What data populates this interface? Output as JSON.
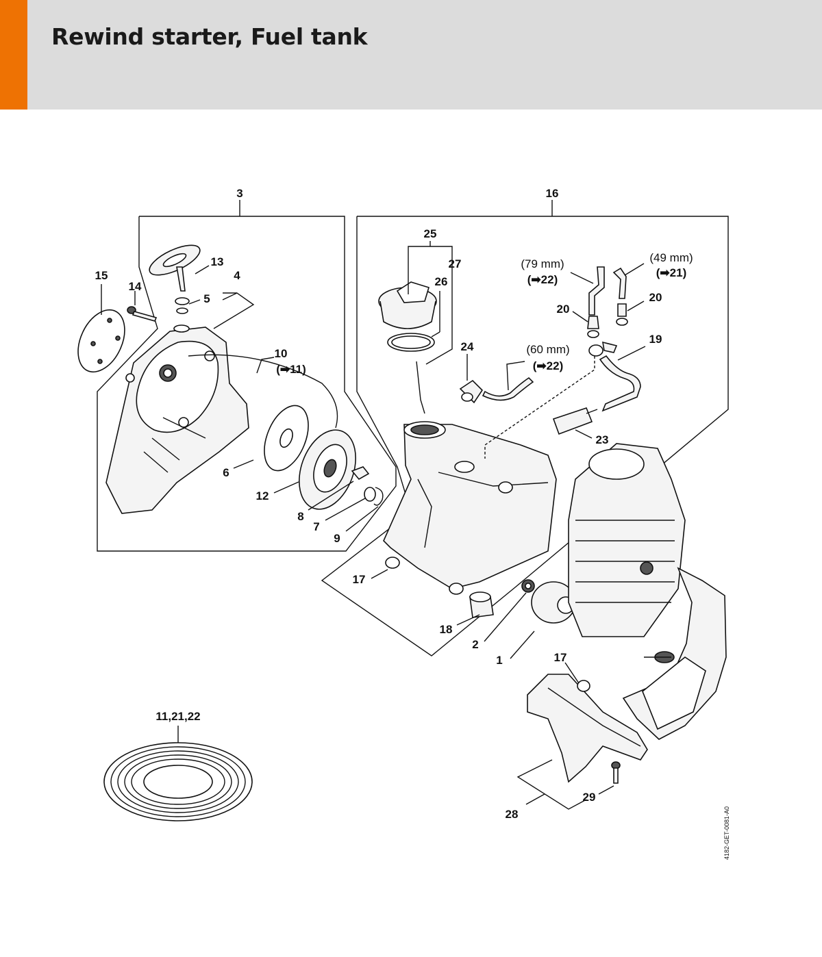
{
  "header": {
    "title": "Rewind starter, Fuel tank",
    "accent_color": "#ee7203",
    "background_color": "#dcdcdc"
  },
  "callouts": {
    "c1": "1",
    "c2": "2",
    "c3": "3",
    "c4": "4",
    "c5": "5",
    "c6": "6",
    "c7": "7",
    "c8": "8",
    "c9": "9",
    "c10": "10",
    "c12": "12",
    "c13": "13",
    "c14": "14",
    "c15": "15",
    "c16": "16",
    "c17a": "17",
    "c17b": "17",
    "c18": "18",
    "c19": "19",
    "c20a": "20",
    "c20b": "20",
    "c23": "23",
    "c24": "24",
    "c25": "25",
    "c26": "26",
    "c27": "27",
    "c28": "28",
    "c29": "29",
    "c11_21_22": "11,21,22"
  },
  "refs": {
    "r10_ref": "(➡11)",
    "hose79_len": "(79 mm)",
    "hose79_ref": "(➡22)",
    "hose49_len": "(49 mm)",
    "hose49_ref": "(➡21)",
    "hose60_len": "(60 mm)",
    "hose60_ref": "(➡22)"
  },
  "footer": {
    "doc_code": "4182-GET-0081-A0"
  }
}
